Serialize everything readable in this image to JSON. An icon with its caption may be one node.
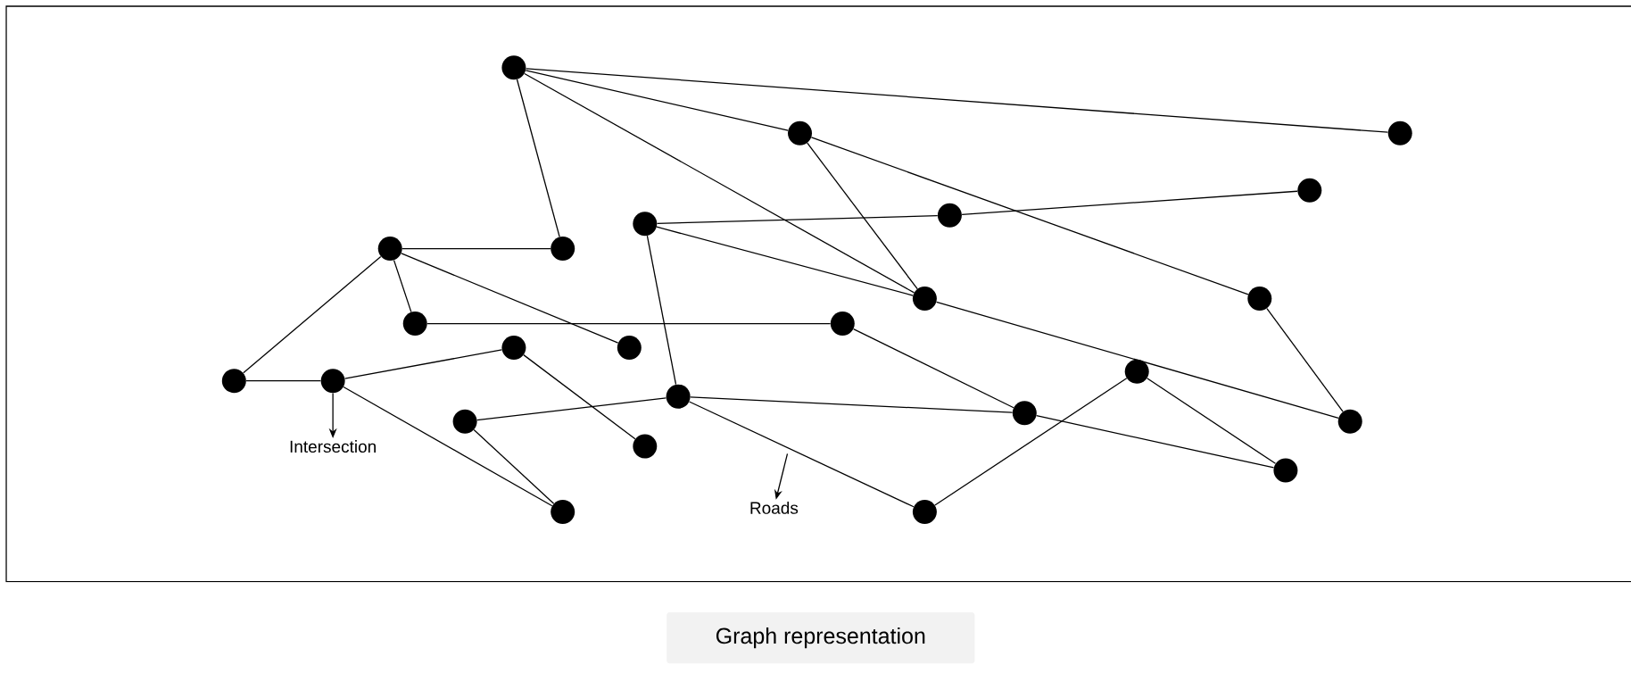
{
  "diagram": {
    "caption": "Graph representation",
    "nodes": [
      {
        "text": [],
        "shape": "circle"
      },
      {
        "text": [],
        "shape": "circle"
      },
      {
        "text": [],
        "shape": "circle"
      },
      {
        "text": [],
        "shape": "circle"
      },
      {
        "text": [],
        "shape": "circle"
      },
      {
        "text": [],
        "shape": "circle"
      },
      {
        "text": [],
        "shape": "circle"
      },
      {
        "text": [],
        "shape": "circle"
      },
      {
        "text": [],
        "shape": "circle"
      },
      {
        "text": [],
        "shape": "circle"
      },
      {
        "text": [],
        "shape": "circle"
      },
      {
        "text": [],
        "shape": "circle"
      },
      {
        "text": [],
        "shape": "circle"
      },
      {
        "text": [],
        "shape": "circle"
      },
      {
        "text": [],
        "shape": "circle"
      },
      {
        "text": [],
        "shape": "circle"
      },
      {
        "text": [],
        "shape": "circle"
      },
      {
        "text": [],
        "shape": "circle"
      },
      {
        "text": [],
        "shape": "circle"
      },
      {
        "text": [],
        "shape": "circle"
      },
      {
        "text": [],
        "shape": "circle"
      },
      {
        "text": [],
        "shape": "circle"
      },
      {
        "text": [
          "Intersection"
        ]
      },
      {
        "text": [],
        "shape": "circle"
      },
      {
        "text": [
          "Roads"
        ]
      },
      {
        "text": [],
        "shape": "circle"
      },
      {
        "text": [],
        "shape": "circle"
      }
    ],
    "edges": [
      {
        "from": 0,
        "to": 2,
        "arrow": "none"
      },
      {
        "from": 0,
        "to": 1,
        "arrow": "none"
      },
      {
        "from": 0,
        "to": 8,
        "arrow": "none"
      },
      {
        "from": 0,
        "to": 7,
        "arrow": "none"
      },
      {
        "from": 1,
        "to": 8,
        "arrow": "none"
      },
      {
        "from": 1,
        "to": 9,
        "arrow": "none"
      },
      {
        "from": 5,
        "to": 4,
        "arrow": "none"
      },
      {
        "from": 4,
        "to": 3,
        "arrow": "none"
      },
      {
        "from": 5,
        "to": 8,
        "arrow": "none"
      },
      {
        "from": 5,
        "to": 17,
        "arrow": "none"
      },
      {
        "from": 6,
        "to": 7,
        "arrow": "none"
      },
      {
        "from": 6,
        "to": 10,
        "arrow": "none"
      },
      {
        "from": 6,
        "to": 13,
        "arrow": "none"
      },
      {
        "from": 6,
        "to": 15,
        "arrow": "none"
      },
      {
        "from": 10,
        "to": 11,
        "arrow": "none"
      },
      {
        "from": 11,
        "to": 18,
        "arrow": "none"
      },
      {
        "from": 8,
        "to": 20,
        "arrow": "none"
      },
      {
        "from": 9,
        "to": 20,
        "arrow": "none"
      },
      {
        "from": 15,
        "to": 16,
        "arrow": "none"
      },
      {
        "from": 16,
        "to": 12,
        "arrow": "none"
      },
      {
        "from": 16,
        "to": 25,
        "arrow": "none"
      },
      {
        "from": 12,
        "to": 21,
        "arrow": "none"
      },
      {
        "from": 19,
        "to": 17,
        "arrow": "none"
      },
      {
        "from": 19,
        "to": 25,
        "arrow": "none"
      },
      {
        "from": 17,
        "to": 18,
        "arrow": "none"
      },
      {
        "from": 17,
        "to": 26,
        "arrow": "none"
      },
      {
        "from": 18,
        "to": 23,
        "arrow": "none"
      },
      {
        "from": 14,
        "to": 23,
        "arrow": "none"
      },
      {
        "from": 14,
        "to": 26,
        "arrow": "none"
      },
      {
        "from": 16,
        "to": 22,
        "arrow": "to"
      },
      {
        "from": null,
        "to": 24,
        "arrow": "to"
      }
    ]
  }
}
